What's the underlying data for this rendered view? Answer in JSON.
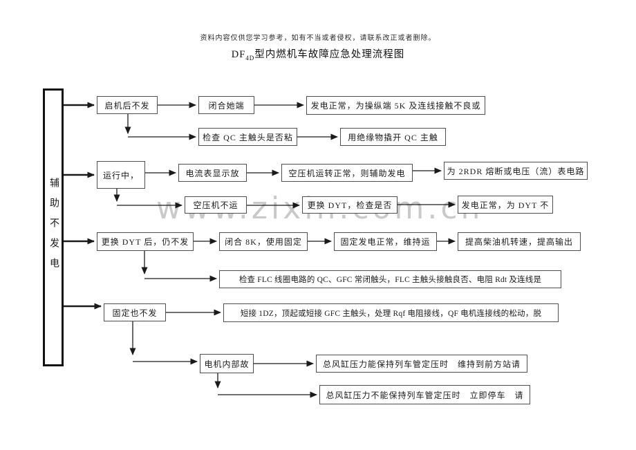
{
  "page": {
    "disclaimer": "资料内容仅供您学习参考，如有不当或者侵权，请联系改正或者删除。",
    "title": {
      "prefix": "DF",
      "subscript": "4D",
      "suffix": "型内燃机车故障应急处理流程图"
    },
    "watermark": "www.zixin.com.cn",
    "colors": {
      "watermark": "#c9c9c9",
      "line": "#1a1a1a",
      "box_border": "#4d4d4d"
    }
  },
  "diagram": {
    "root_label": "辅助不发电",
    "nodes": {
      "n1": {
        "label": "启机后不发"
      },
      "n2": {
        "label": "闭合她端"
      },
      "n3": {
        "label": "发电正常，为操纵端 5K 及连线接触不良或"
      },
      "n4": {
        "label": "检查 QC 主触头是否粘"
      },
      "n5": {
        "label": "用绝缘物撬开 QC 主触"
      },
      "n6": {
        "label": "运行中，"
      },
      "n7": {
        "label": "电流表显示放"
      },
      "n8": {
        "label": "空压机运转正常，则辅助发电"
      },
      "n9": {
        "label": "为 2RDR 熔断或电压（流）表电路"
      },
      "n10": {
        "label": "空压机不运"
      },
      "n11": {
        "label": "更换 DYT，检查是否"
      },
      "n12": {
        "label": "发电正常，为 DYT 不"
      },
      "n13": {
        "label": "更换 DYT 后，仍不发"
      },
      "n14": {
        "label": "闭合 8K，使用固定"
      },
      "n15": {
        "label": "固定发电正常，维持运"
      },
      "n16": {
        "label": "提高柴油机转速，提高输出"
      },
      "n17": {
        "label": "检查 FLC 线圈电路的 QC、GFC 常闭触头，FLC 主触头接触良否、电阻 Rdt 及连线是"
      },
      "n18": {
        "label": "固定也不发"
      },
      "n19": {
        "label": "短接 1DZ，顶起或短接 GFC 主触头，处理 Rqf 电阻接线，QF 电机连接线的松动，脱"
      },
      "n20": {
        "label": "电机内部故"
      },
      "n21": {
        "label": "总风缸压力能保持列车管定压时　维持到前方站请"
      },
      "n22": {
        "label": "总风缸压力不能保持列车管定压时　立即停车　请"
      }
    }
  }
}
